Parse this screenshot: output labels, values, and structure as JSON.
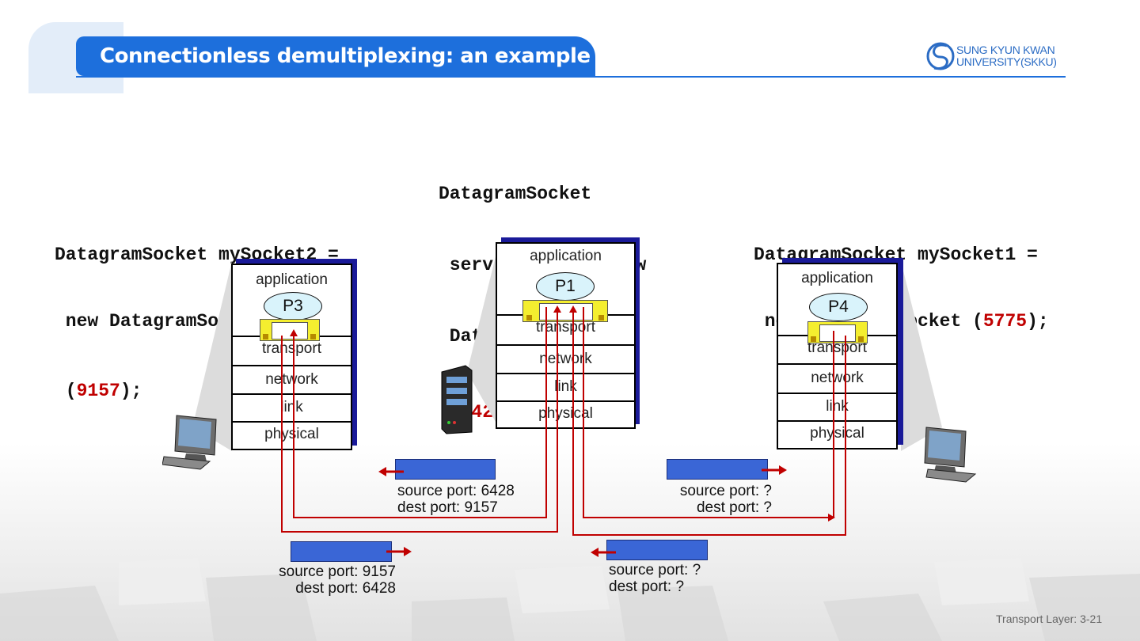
{
  "header": {
    "title": "Connectionless demultiplexing: an example",
    "logo_line1": "SUNG KYUN KWAN",
    "logo_line2": "UNIVERSITY(SKKU)"
  },
  "code": {
    "server": {
      "line1": "DatagramSocket",
      "line2": " serverSocket = new",
      "line3": " DatagramSocket",
      "open": " (",
      "port": "6428",
      "close": ");"
    },
    "left": {
      "line1": "DatagramSocket mySocket2 =",
      "line2": " new DatagramSocket",
      "open": " (",
      "port": "9157",
      "close": ");"
    },
    "right": {
      "line1": "DatagramSocket mySocket1 =",
      "line2": " new DatagramSocket (",
      "port": "5775",
      "close": ");"
    }
  },
  "stacks": {
    "layers": {
      "application": "application",
      "transport": "transport",
      "network": "network",
      "link": "link",
      "physical": "physical"
    },
    "left_process": "P3",
    "server_process": "P1",
    "right_process": "P4"
  },
  "segments": {
    "top_left": {
      "line1": "source port: 6428",
      "line2": "dest port: 9157"
    },
    "bottom_left": {
      "line1": "source port: 9157",
      "line2": "dest port: 6428"
    },
    "top_right": {
      "line1": "source port: ?",
      "line2": "dest port: ?"
    },
    "bottom_right": {
      "line1": "source port: ?",
      "line2": "dest port: ?"
    }
  },
  "colors": {
    "title_bar": "#1d6fdc",
    "arrow": "#c00000",
    "segment": "#3a66d6",
    "socket": "#f4ee2f",
    "process": "#d9f3fb"
  },
  "footer": "Transport Layer: 3-21"
}
